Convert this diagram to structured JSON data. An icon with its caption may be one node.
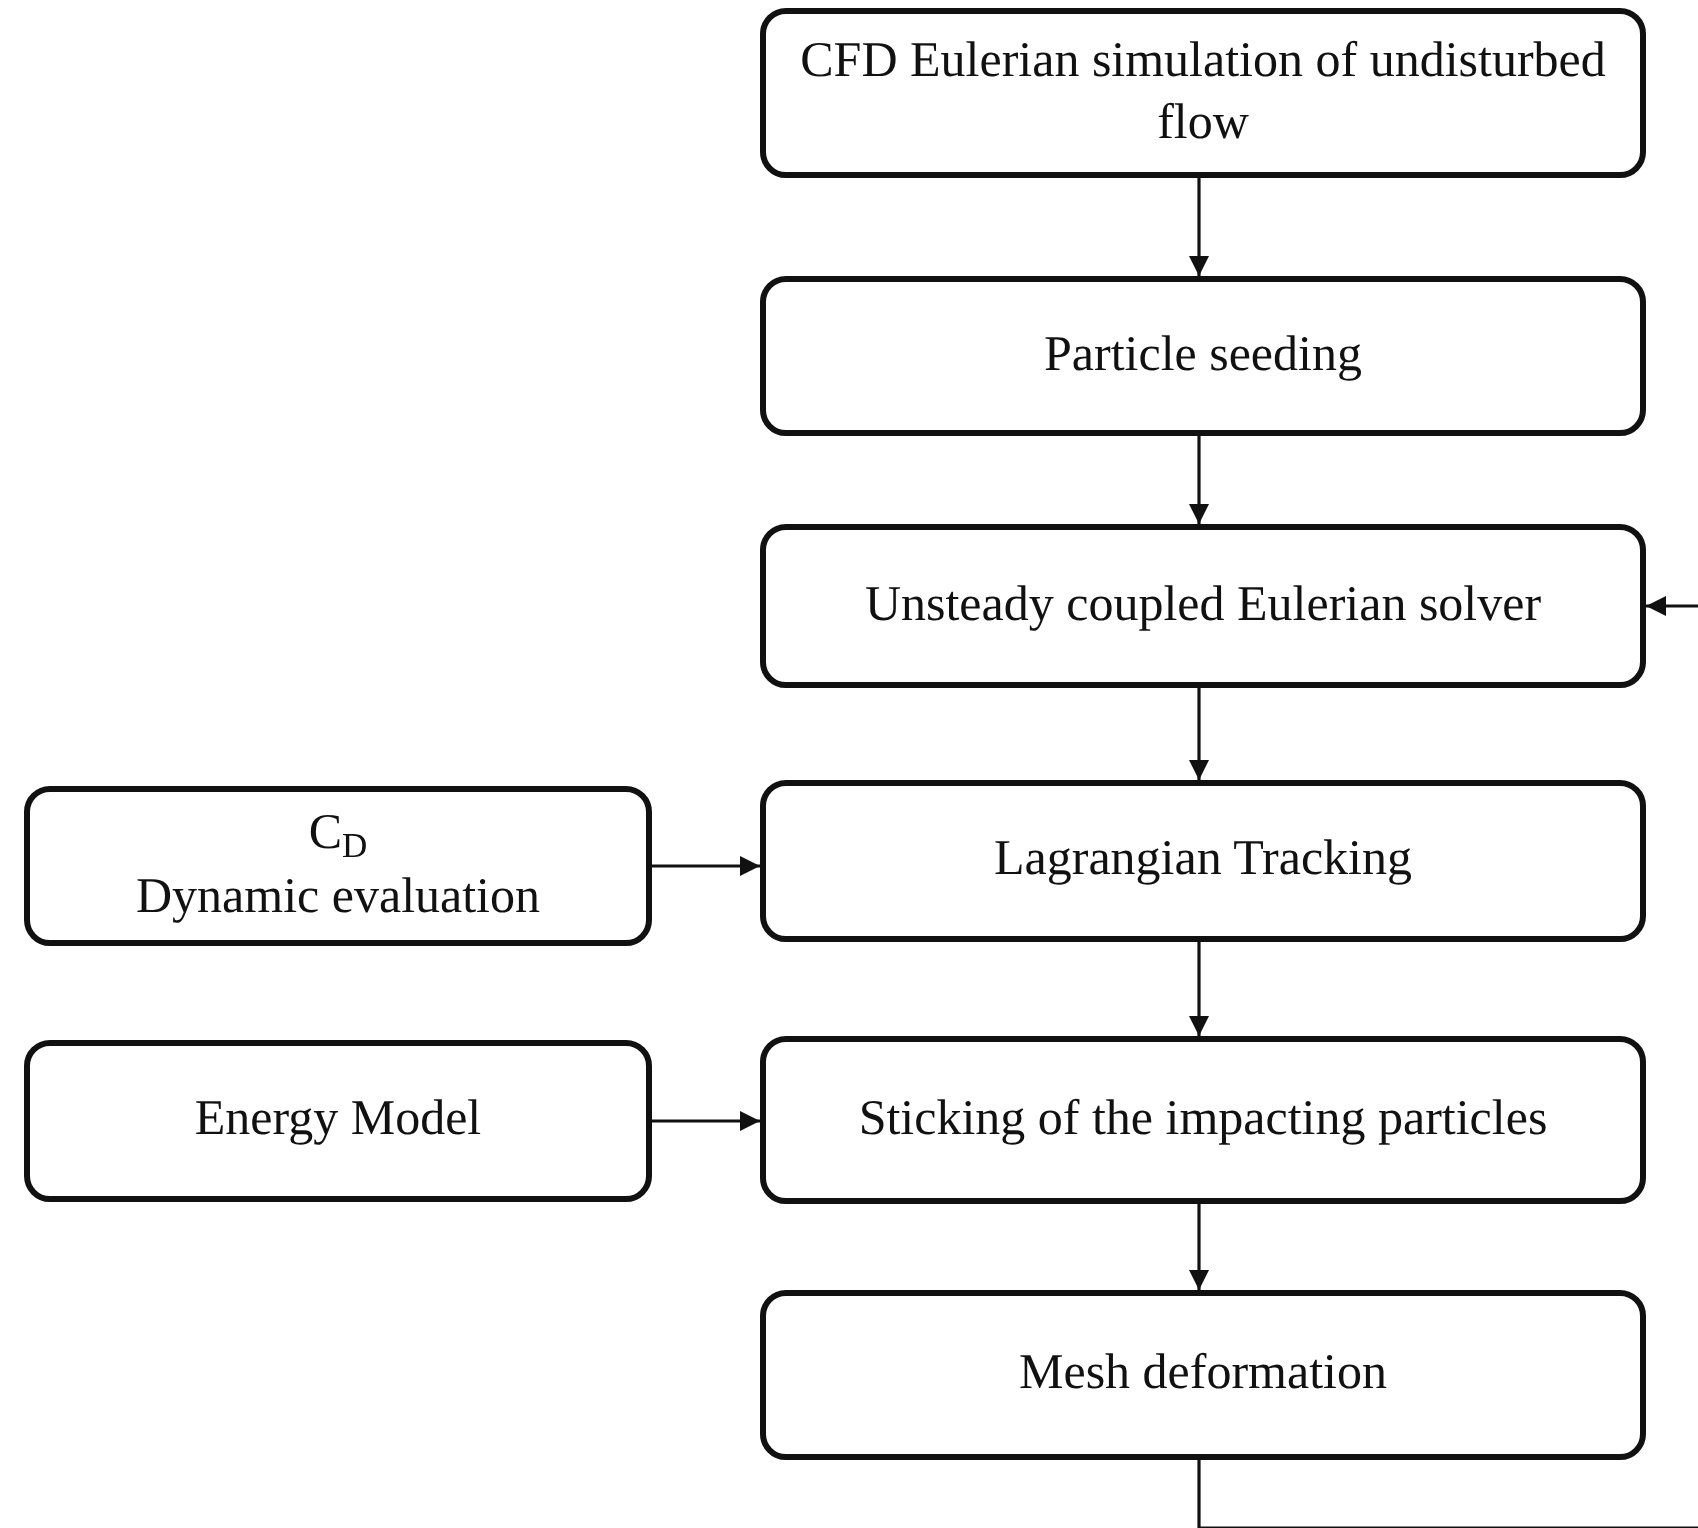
{
  "diagram": {
    "nodes": [
      {
        "text": [
          "CFD Eulerian simulation of undisturbed flow"
        ]
      },
      {
        "text": [
          "Particle seeding"
        ]
      },
      {
        "text": [
          "Unsteady coupled Eulerian solver"
        ]
      },
      {
        "text": [
          "C$_{D}$",
          "Dynamic evaluation"
        ]
      },
      {
        "text": [
          "Lagrangian Tracking"
        ]
      },
      {
        "text": [
          "Energy Model"
        ]
      },
      {
        "text": [
          "Sticking of  the impacting particles"
        ]
      },
      {
        "text": [
          "Mesh deformation"
        ]
      }
    ],
    "edges": [
      {
        "from": 0,
        "to": 1,
        "arrow": "to"
      },
      {
        "from": 1,
        "to": 2,
        "arrow": "to"
      },
      {
        "from": 2,
        "to": 4,
        "arrow": "to"
      },
      {
        "from": 3,
        "to": 4,
        "arrow": "to"
      },
      {
        "from": 4,
        "to": 6,
        "arrow": "to"
      },
      {
        "from": 5,
        "to": 6,
        "arrow": "to"
      },
      {
        "from": 6,
        "to": 7,
        "arrow": "to"
      },
      {
        "from": 7,
        "to": null,
        "arrow": "none"
      },
      {
        "from": null,
        "to": 2,
        "arrow": "to"
      }
    ]
  }
}
